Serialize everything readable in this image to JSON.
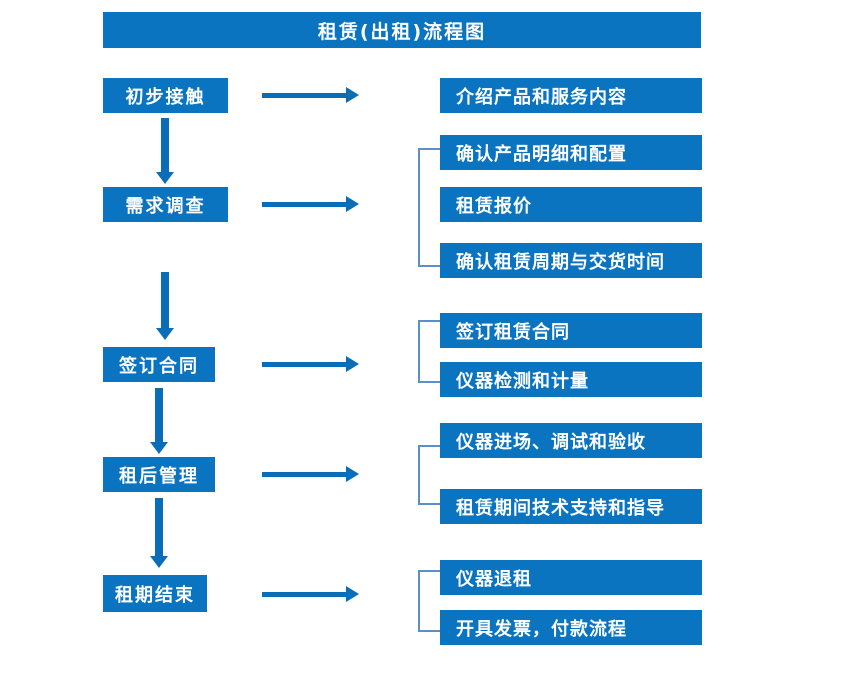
{
  "chart_data": {
    "type": "diagram",
    "title": "租赁(出租)流程图",
    "diagram_kind": "flowchart",
    "orientation": "vertical-with-side-details",
    "stages": [
      {
        "stage": "初步接触",
        "details": [
          "介绍产品和服务内容"
        ],
        "grouped": false
      },
      {
        "stage": "需求调查",
        "details": [
          "确认产品明细和配置",
          "租赁报价",
          "确认租赁周期与交货时间"
        ],
        "grouped": true
      },
      {
        "stage": "签订合同",
        "details": [
          "签订租赁合同",
          "仪器检测和计量"
        ],
        "grouped": true
      },
      {
        "stage": "租后管理",
        "details": [
          "仪器进场、调试和验收",
          "租赁期间技术支持和指导"
        ],
        "grouped": true
      },
      {
        "stage": "租期结束",
        "details": [
          "仪器退租",
          "开具发票，付款流程"
        ],
        "grouped": true
      }
    ]
  },
  "header": {
    "title": "租赁(出租)流程图"
  },
  "stages": {
    "s1": "初步接触",
    "s2": "需求调查",
    "s3": "签订合同",
    "s4": "租后管理",
    "s5": "租期结束"
  },
  "details": {
    "d1": "介绍产品和服务内容",
    "d2": "确认产品明细和配置",
    "d3": "租赁报价",
    "d4": "确认租赁周期与交货时间",
    "d5": "签订租赁合同",
    "d6": "仪器检测和计量",
    "d7": "仪器进场、调试和验收",
    "d8": "租赁期间技术支持和指导",
    "d9": "仪器退租",
    "d10": "开具发票，付款流程"
  },
  "colors": {
    "primary_fill": "#0A74C0",
    "arrow": "#0A6DB8",
    "bracket": "#5B8FC9",
    "text": "#FFFFFF",
    "background": "#FFFFFF"
  }
}
